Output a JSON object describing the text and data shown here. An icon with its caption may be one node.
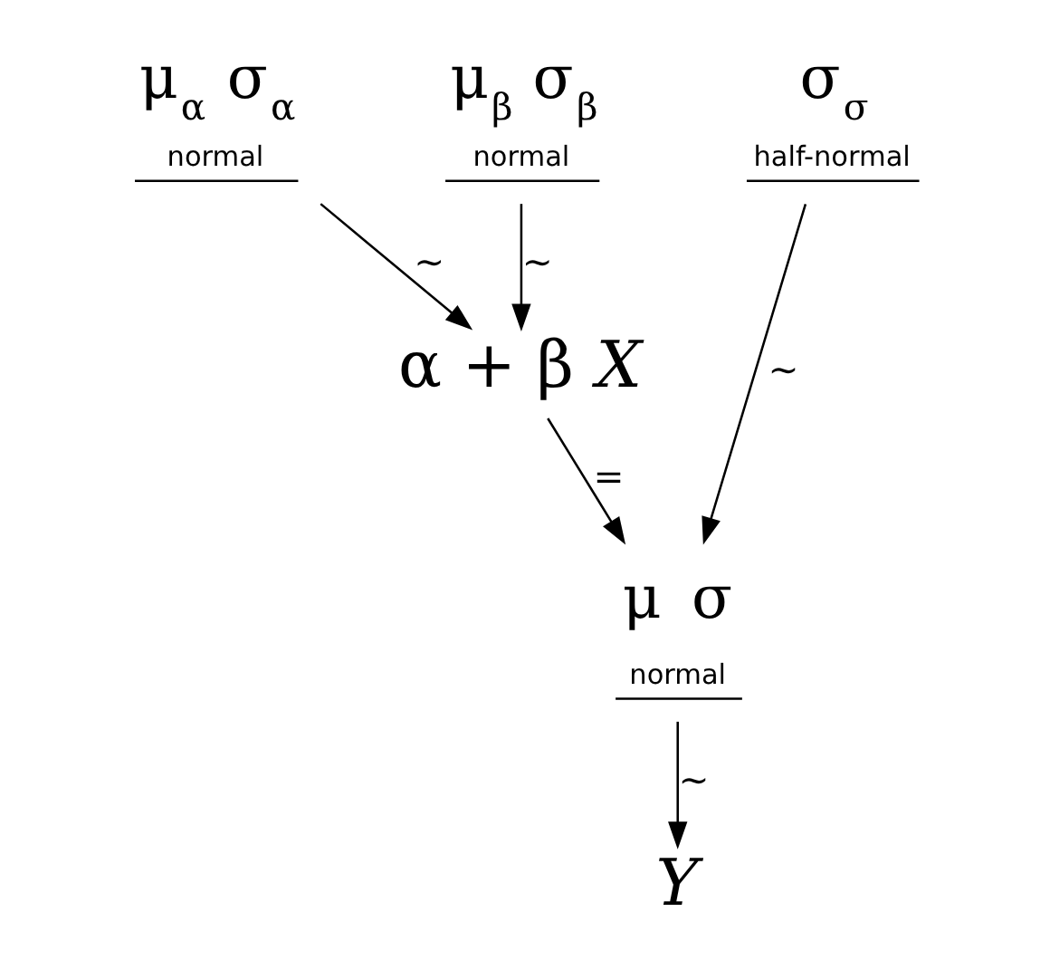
{
  "diagram": {
    "nodes": [
      {
        "text": [
          "μ$_{α}$",
          "σ$_{α}$",
          "normal"
        ]
      },
      {
        "text": [
          "μ$_{β}$",
          "σ$_{β}$",
          "normal"
        ]
      },
      {
        "text": [
          "σ$_{σ}$",
          "half-normal"
        ]
      },
      {
        "text": [
          "α + β *X*"
        ]
      },
      {
        "text": [
          "μ",
          "σ",
          "normal"
        ]
      },
      {
        "text": [
          "Y"
        ]
      }
    ],
    "edges": [
      {
        "from": 0,
        "to": 3,
        "arrow": "to",
        "label": "~"
      },
      {
        "from": 1,
        "to": 3,
        "arrow": "to",
        "label": "~"
      },
      {
        "from": 2,
        "to": 4,
        "arrow": "to",
        "label": "~"
      },
      {
        "from": 3,
        "to": 4,
        "arrow": "to",
        "label": "="
      },
      {
        "from": 4,
        "to": 5,
        "arrow": "to",
        "label": "~"
      }
    ]
  }
}
